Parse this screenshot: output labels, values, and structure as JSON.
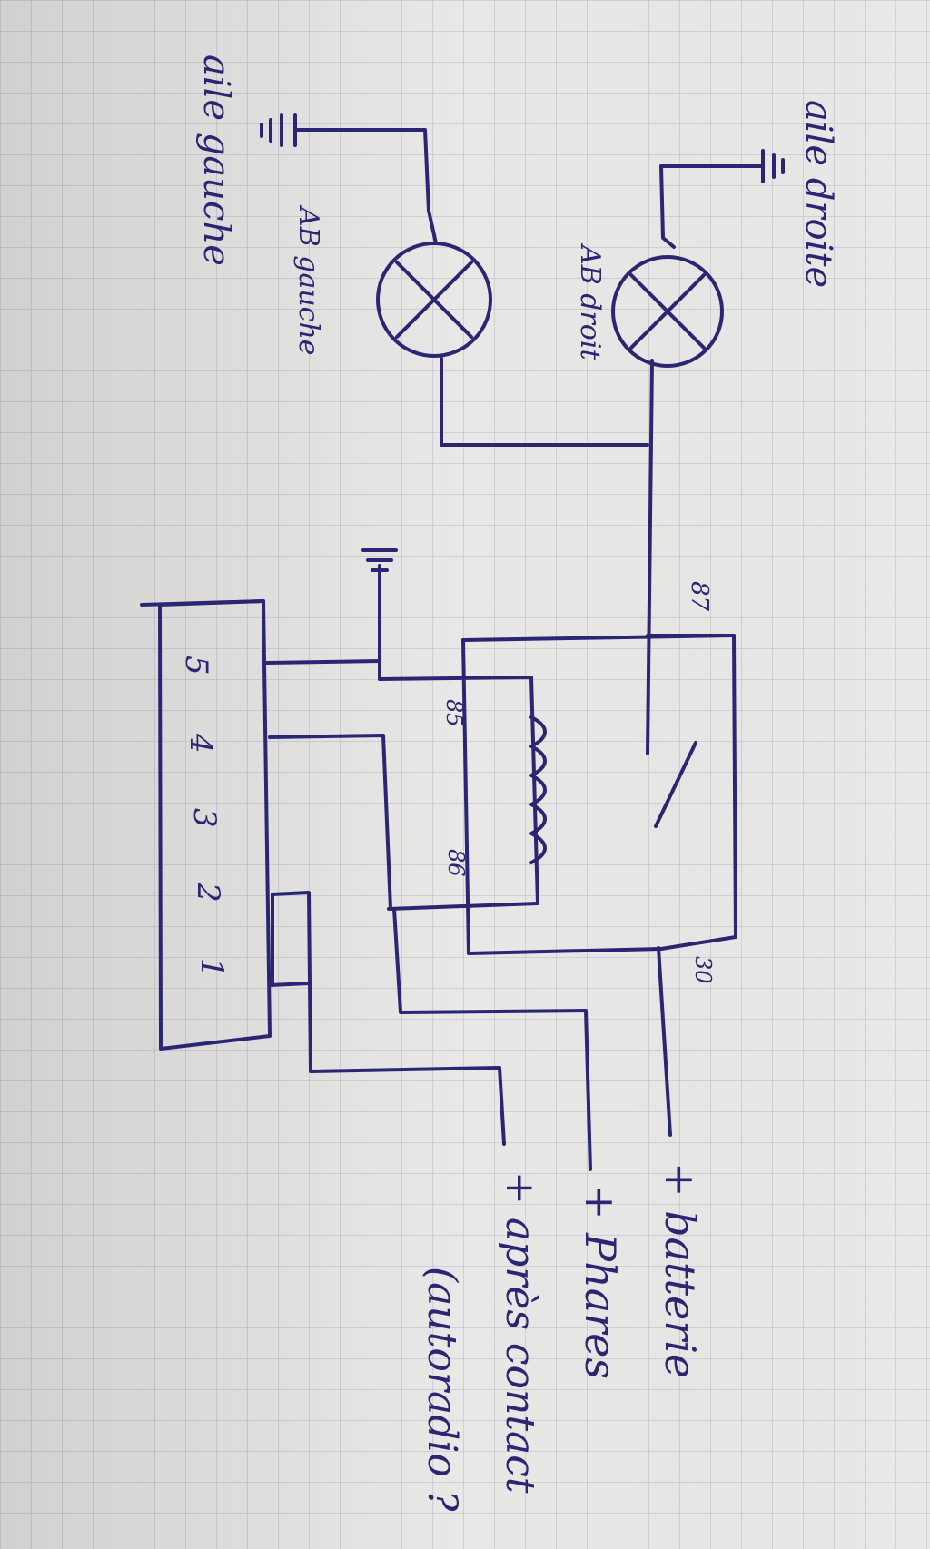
{
  "labels": {
    "aile_droite": "aile droite",
    "aile_gauche": "aile gauche",
    "ab_droit": "AB droit",
    "ab_gauche": "AB gauche",
    "pin_87": "87",
    "pin_85": "85",
    "pin_86": "86",
    "pin_30": "30",
    "switch_pins": [
      "5",
      "4",
      "3",
      "2",
      "1"
    ],
    "batterie": "+ batterie",
    "phares": "+ Phares",
    "apres_contact": "+ après contact",
    "autoradio": "(autoradio ?"
  },
  "colors": {
    "paper": "#e9e8e6",
    "grid": "#bfc3cd",
    "ink": "#2a2673"
  }
}
